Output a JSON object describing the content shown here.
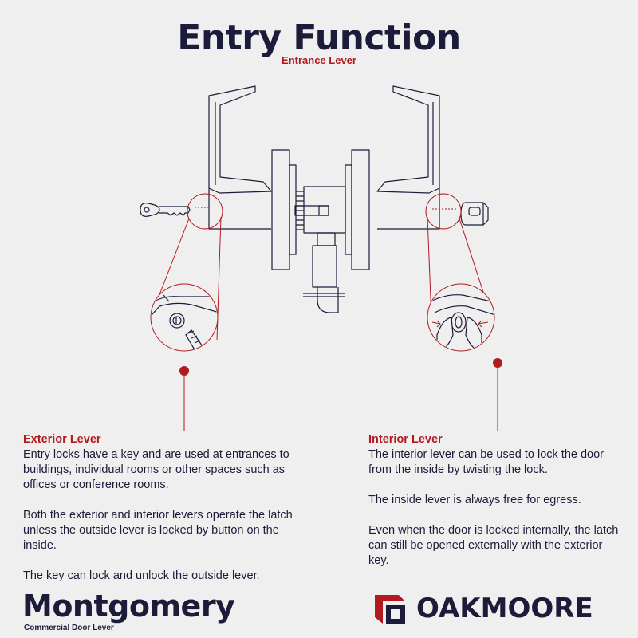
{
  "header": {
    "title": "Entry Function",
    "subtitle": "Entrance Lever"
  },
  "exterior": {
    "heading": "Exterior Lever",
    "paragraphs": [
      "Entry locks have a key and are used at entrances to buildings, individual rooms or other spaces such as offices or conference rooms.",
      "Both the exterior and interior levers operate the latch unless the outside lever is locked by button on the inside.",
      "The key can lock and unlock the outside lever."
    ]
  },
  "interior": {
    "heading": "Interior Lever",
    "paragraphs": [
      "The interior lever can be used to lock the door from the inside by twisting the lock.",
      "The inside lever is always free for egress.",
      "Even when the door is locked internally, the latch can still be opened externally with the exterior key."
    ]
  },
  "product": {
    "name": "Montgomery",
    "tagline": "Commercial Door Lever"
  },
  "brand": {
    "name": "OAKMOORE"
  },
  "colors": {
    "accent": "#b31a1f",
    "ink": "#1c1c3a",
    "background": "#efefef"
  },
  "icons": [
    "key-icon",
    "thumb-turn-icon",
    "oakmoore-logo-icon"
  ]
}
